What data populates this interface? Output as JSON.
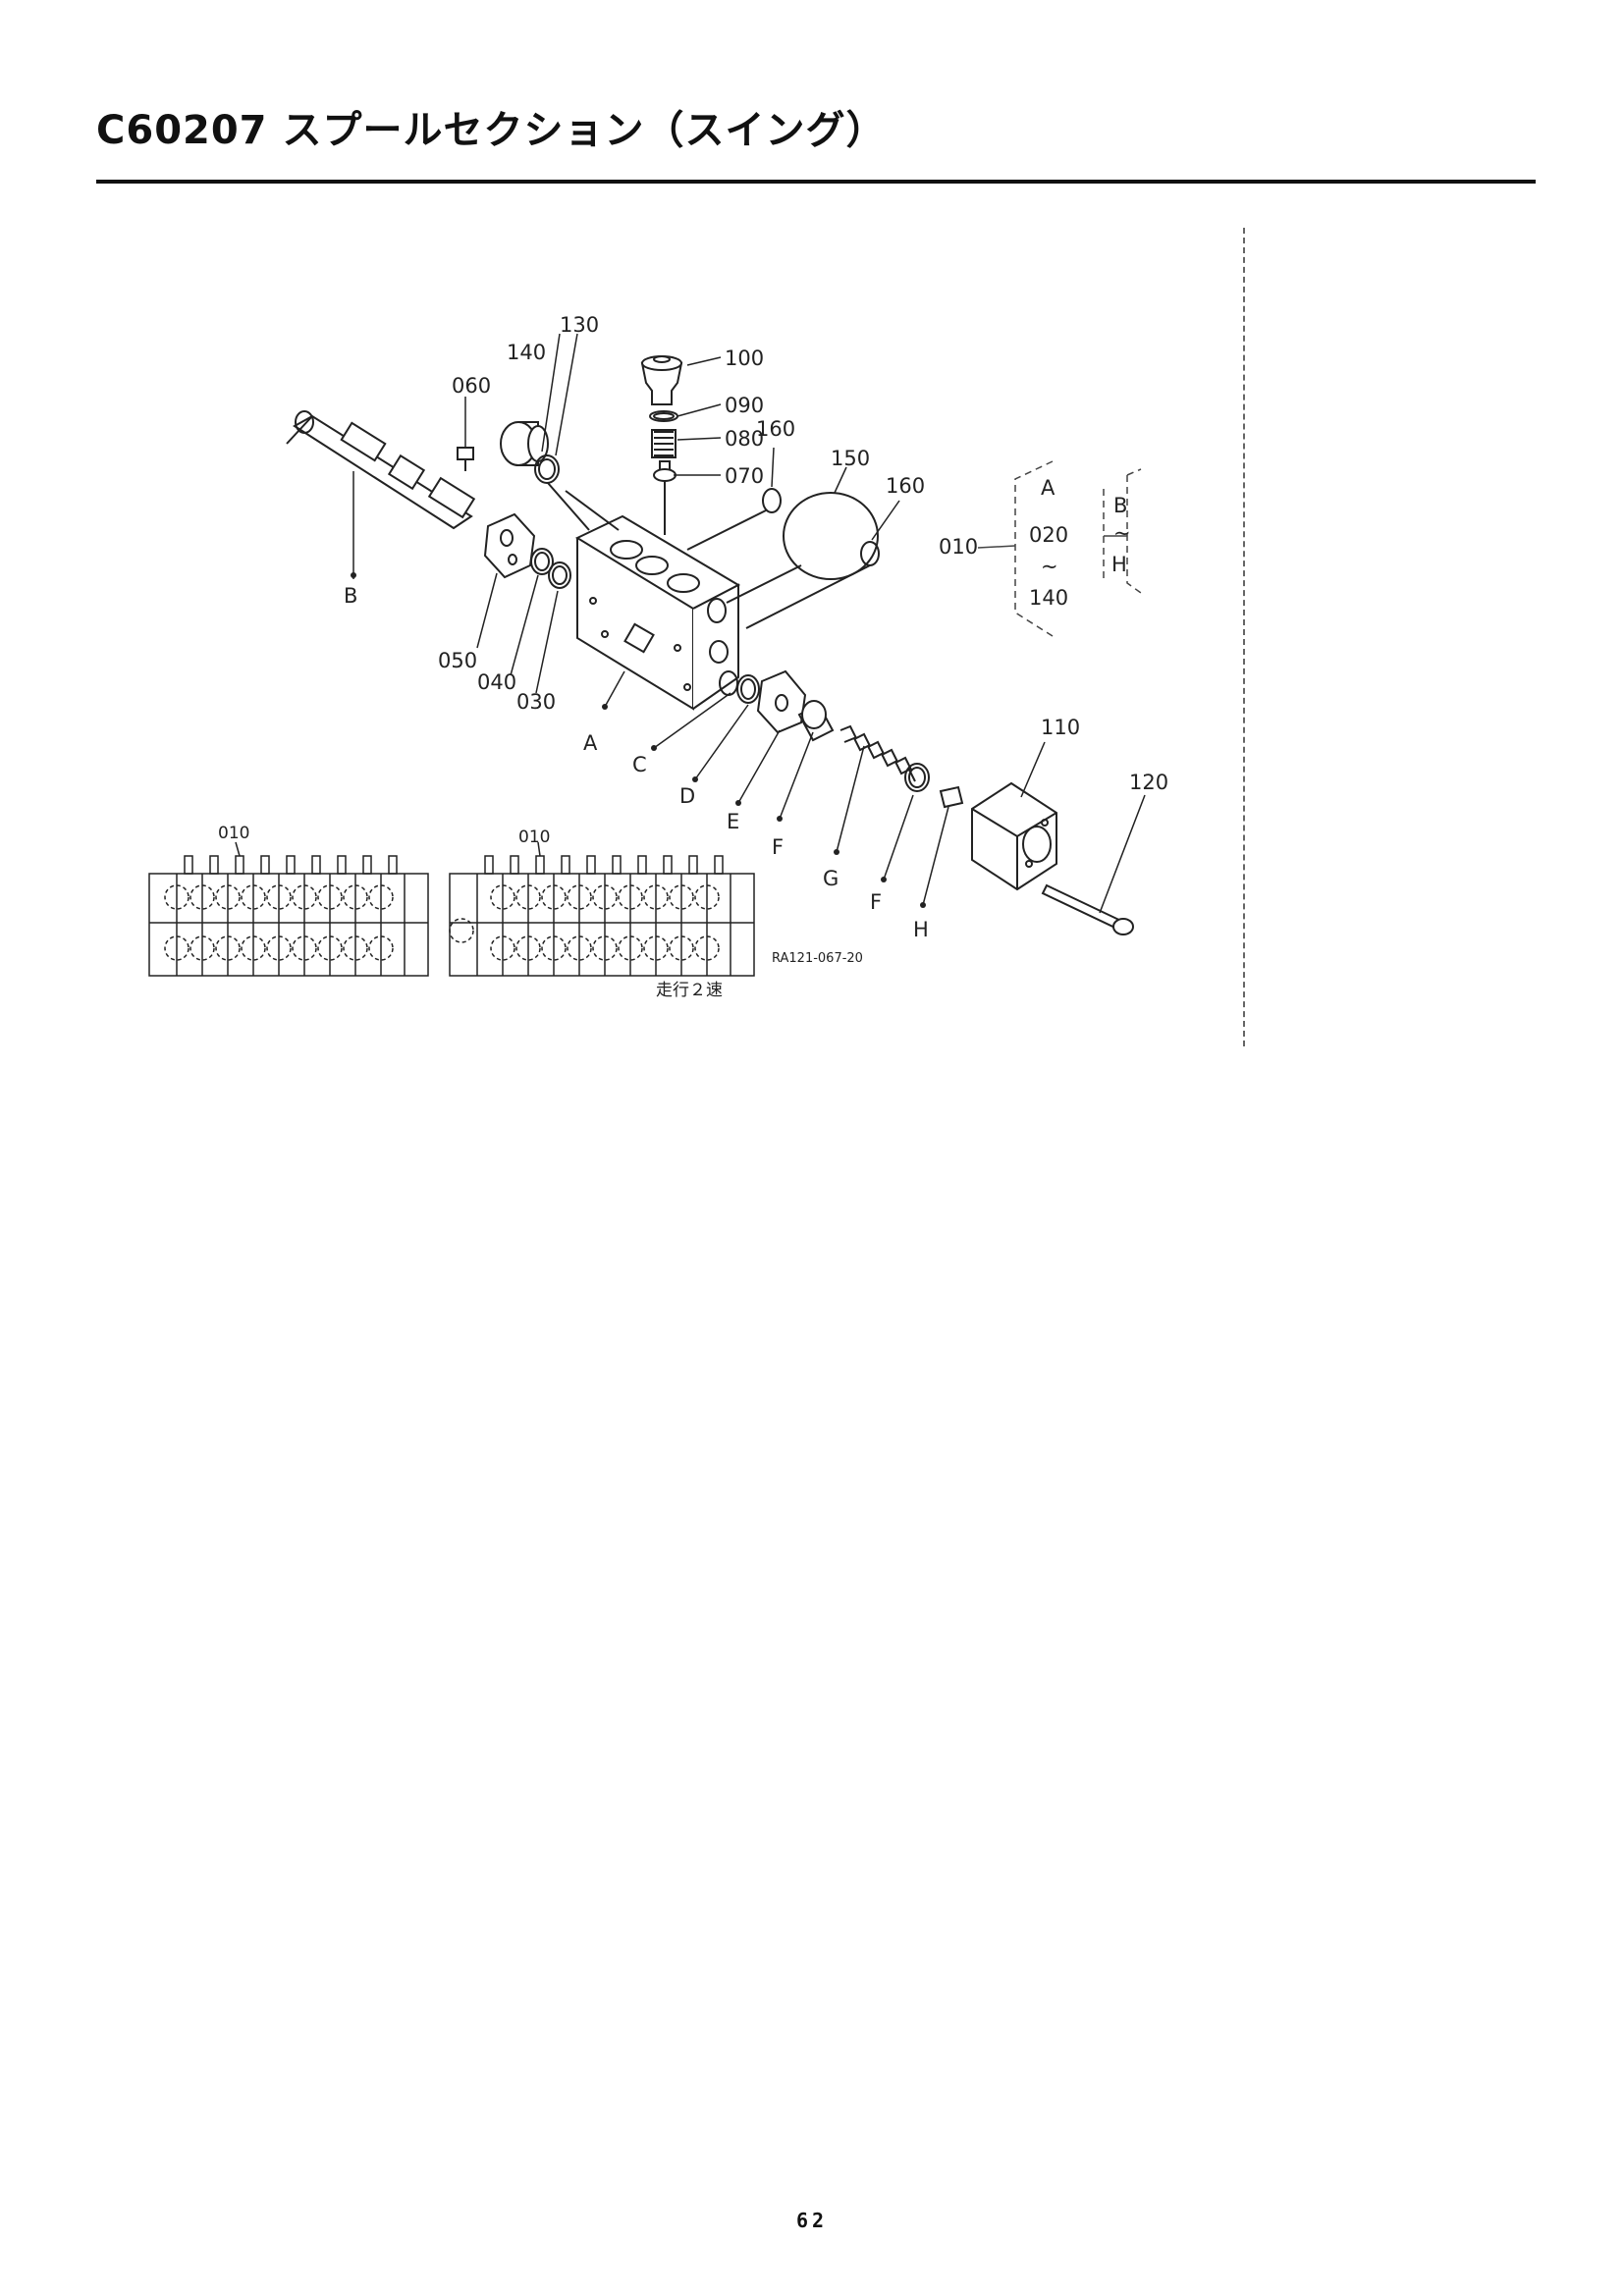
{
  "page": {
    "title": "C60207 スプールセクション（スイング）",
    "page_number": "62"
  },
  "diagram": {
    "callouts": {
      "p100": "100",
      "p090": "090",
      "p080": "080",
      "p070": "070",
      "p130": "130",
      "p140": "140",
      "p060": "060",
      "p160a": "160",
      "p150": "150",
      "p160b": "160",
      "p050": "050",
      "p040": "040",
      "p030": "030",
      "p110": "110",
      "p120": "120"
    },
    "letters": {
      "a": "A",
      "b": "B",
      "c": "C",
      "d": "D",
      "e": "E",
      "f1": "F",
      "g": "G",
      "f2": "F",
      "h": "H"
    },
    "legend": {
      "ref": "010",
      "top": "A",
      "mid": "020",
      "tilde": "~",
      "bottom": "140",
      "right_top": "B",
      "right_tilde": "~",
      "right_bottom": "H"
    },
    "assembly": {
      "left_label": "010",
      "right_label": "010",
      "drawing_no": "RA121-067-20",
      "caption": "走行２速"
    }
  }
}
